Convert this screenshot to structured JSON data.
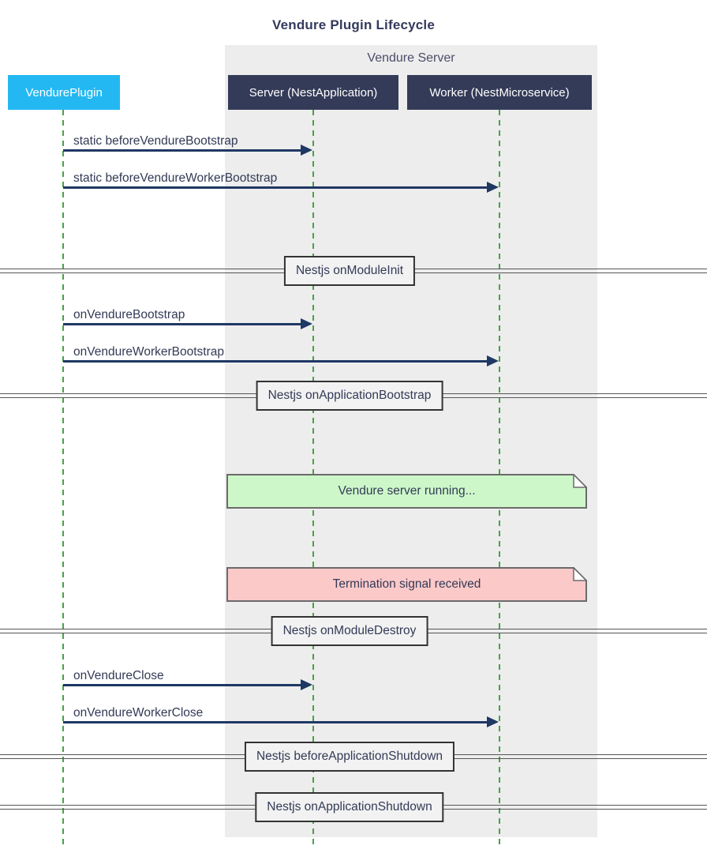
{
  "title": "Vendure Plugin Lifecycle",
  "group": {
    "label": "Vendure Server"
  },
  "participants": [
    {
      "id": "plugin",
      "label": "VendurePlugin"
    },
    {
      "id": "server",
      "label": "Server (NestApplication)"
    },
    {
      "id": "worker",
      "label": "Worker (NestMicroservice)"
    }
  ],
  "messages": [
    {
      "label": "static beforeVendureBootstrap",
      "from": "VendurePlugin",
      "to": "Server (NestApplication)"
    },
    {
      "label": "static beforeVendureWorkerBootstrap",
      "from": "VendurePlugin",
      "to": "Worker (NestMicroservice)"
    },
    {
      "label": "onVendureBootstrap",
      "from": "VendurePlugin",
      "to": "Server (NestApplication)"
    },
    {
      "label": "onVendureWorkerBootstrap",
      "from": "VendurePlugin",
      "to": "Worker (NestMicroservice)"
    },
    {
      "label": "onVendureClose",
      "from": "VendurePlugin",
      "to": "Server (NestApplication)"
    },
    {
      "label": "onVendureWorkerClose",
      "from": "VendurePlugin",
      "to": "Worker (NestMicroservice)"
    }
  ],
  "dividers": [
    {
      "label": "Nestjs onModuleInit"
    },
    {
      "label": "Nestjs onApplicationBootstrap"
    },
    {
      "label": "Nestjs onModuleDestroy"
    },
    {
      "label": "Nestjs beforeApplicationShutdown"
    },
    {
      "label": "Nestjs onApplicationShutdown"
    }
  ],
  "notes": [
    {
      "label": "Vendure server running...",
      "type": "success"
    },
    {
      "label": "Termination signal received",
      "type": "danger"
    }
  ],
  "colors": {
    "plugin_box": "#24b8f2",
    "participant_box": "#343b58",
    "participant_text": "#ffffff",
    "lifeline": "#46a346",
    "arrow": "#1f3864",
    "panel_bg": "#ededed",
    "note_success_bg": "#cdf7c9",
    "note_danger_bg": "#fcc9c9",
    "note_border": "#6b6b6b",
    "text": "#333a56"
  }
}
